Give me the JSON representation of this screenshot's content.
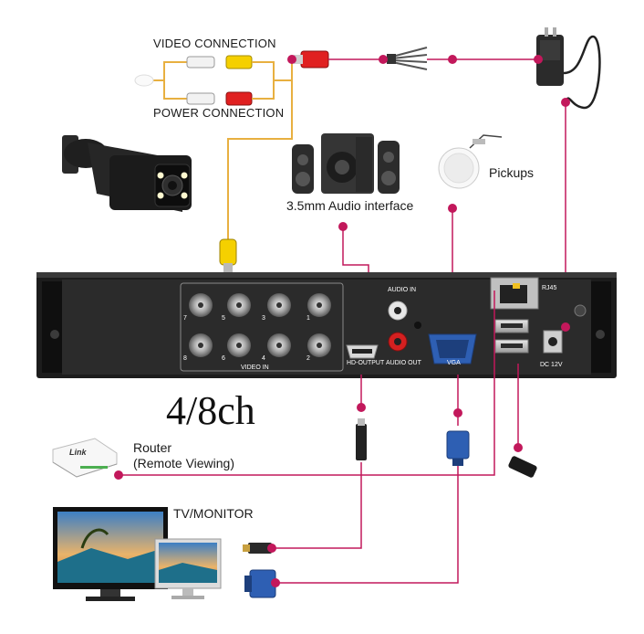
{
  "labels": {
    "video_connection": "VIDEO CONNECTION",
    "power_connection": "POWER CONNECTION",
    "audio_interface": "3.5mm Audio interface",
    "pickups": "Pickups",
    "channels": "4/8ch",
    "router_line1": "Router",
    "router_line2": "(Remote Viewing)",
    "tv_monitor": "TV/MONITOR"
  },
  "dvr_panel": {
    "audio_in": "AUDIO IN",
    "audio_out": "AUDIO OUT",
    "hd_output": "HD-OUTPUT",
    "vga": "VGA",
    "rj45": "RJ45",
    "dc": "DC 12V",
    "video_in": "VIDEO IN",
    "bnc_numbers": [
      "7",
      "5",
      "3",
      "1",
      "8",
      "6",
      "4",
      "2"
    ]
  },
  "router_logo": "Link",
  "colors": {
    "wire": "#c2185b",
    "video_wire": "#e8b040",
    "dvr_body": "#1c1c1c",
    "dvr_panel": "#2b2b2b",
    "connector_dot": "#c2185b"
  }
}
